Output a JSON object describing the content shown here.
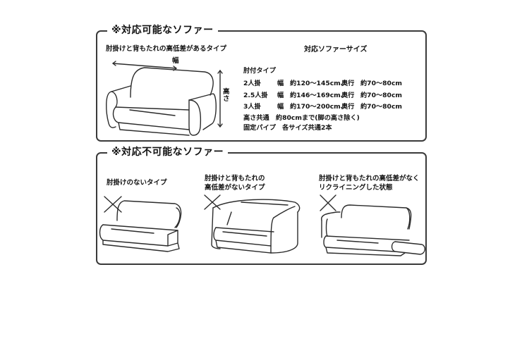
{
  "compatible": {
    "title": "※対応可能なソファー",
    "type_label": "肘掛けと背もたれの高低差があるタイプ",
    "diagram": {
      "width_label": "幅",
      "height_label": "高さ"
    },
    "sizes": {
      "heading": "対応ソファーサイズ",
      "type": "肘付タイプ",
      "rows": [
        {
          "name": "2人掛",
          "width_label": "幅",
          "width": "約120～145cm、",
          "depth_label": "奥行",
          "depth": "約70～80cm"
        },
        {
          "name": "2.5人掛",
          "width_label": "幅",
          "width": "約146～169cm、",
          "depth_label": "奥行",
          "depth": "約70～80cm"
        },
        {
          "name": "3人掛",
          "width_label": "幅",
          "width": "約170～200cm、",
          "depth_label": "奥行",
          "depth": "約70～80cm"
        }
      ],
      "height_note": "高さ共通　約80cmまで(脚の高さ除く)",
      "pipe_note": "固定パイプ　各サイズ共通2本"
    }
  },
  "incompatible": {
    "title": "※対応不可能なソファー",
    "items": [
      {
        "label_line1": "肘掛けのないタイプ",
        "label_line2": ""
      },
      {
        "label_line1": "肘掛けと背もたれの",
        "label_line2": "高低差がないタイプ"
      },
      {
        "label_line1": "肘掛けと背もたれの高低差がなく",
        "label_line2": "リクライニングした状態"
      }
    ]
  }
}
